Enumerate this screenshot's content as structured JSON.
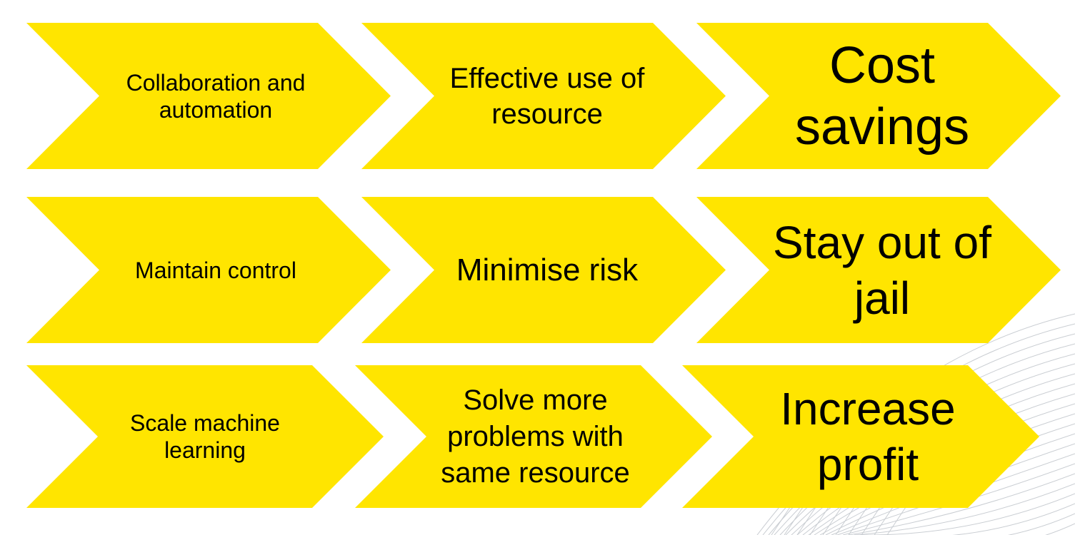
{
  "colors": {
    "chevron_fill": "#FFE500",
    "text": "#000000",
    "decoration_lines": "#c9cdd2"
  },
  "decoration": {
    "icon": "curved-line-pattern"
  },
  "rows": [
    {
      "chevrons": [
        {
          "text": "Collaboration and automation"
        },
        {
          "text": "Effective use of resource"
        },
        {
          "text": "Cost savings"
        }
      ]
    },
    {
      "chevrons": [
        {
          "text": "Maintain control"
        },
        {
          "text": "Minimise risk"
        },
        {
          "text": "Stay out of jail"
        }
      ]
    },
    {
      "chevrons": [
        {
          "text": "Scale machine learning"
        },
        {
          "text": "Solve more problems with same resource"
        },
        {
          "text": "Increase profit"
        }
      ]
    }
  ]
}
